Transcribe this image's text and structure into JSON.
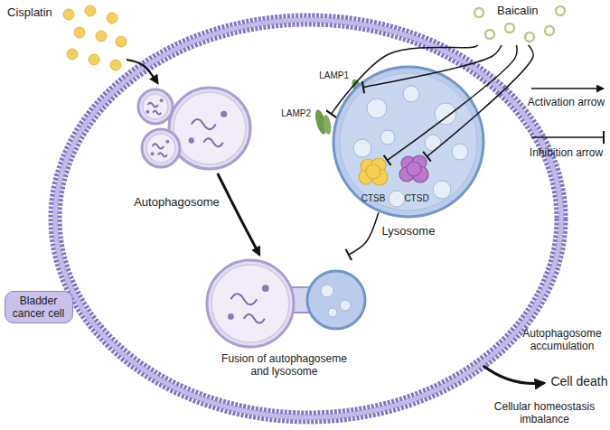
{
  "diagram": {
    "nodes": [
      {
        "text": [
          "Cisplatin"
        ]
      },
      {
        "text": [
          "Baicalin"
        ]
      },
      {
        "text": [
          "LAMP1"
        ]
      },
      {
        "text": [
          "LAMP2"
        ]
      },
      {
        "text": [
          "Autophagosome"
        ]
      },
      {
        "text": [
          "Lysosome"
        ]
      },
      {
        "text": [
          "CTSB"
        ],
        "in": 5
      },
      {
        "text": [
          "CTSD"
        ],
        "in": 5
      },
      {
        "text": [
          "Fusion of autophagoseme and lysosome"
        ]
      },
      {
        "text": [
          "Bladder cancer cell"
        ]
      }
    ],
    "edges": [
      {
        "from": 0,
        "to": 4,
        "arrow": "to"
      },
      {
        "from": 4,
        "to": 8,
        "arrow": "to"
      },
      {
        "from": 1,
        "to": 2,
        "arrow": "to"
      },
      {
        "from": 1,
        "to": 3,
        "arrow": "to"
      },
      {
        "from": 1,
        "to": 6,
        "arrow": "to"
      },
      {
        "from": 1,
        "to": 7,
        "arrow": "to"
      },
      {
        "from": 5,
        "to": 8,
        "arrow": "to"
      }
    ],
    "labels": [
      "Autophagosome accumulation",
      "Cell death",
      "Cellular homeostasis imbalance"
    ],
    "legend": [
      {
        "text": "Activation arrow"
      },
      {
        "text": "Inhibition arrow"
      }
    ]
  }
}
